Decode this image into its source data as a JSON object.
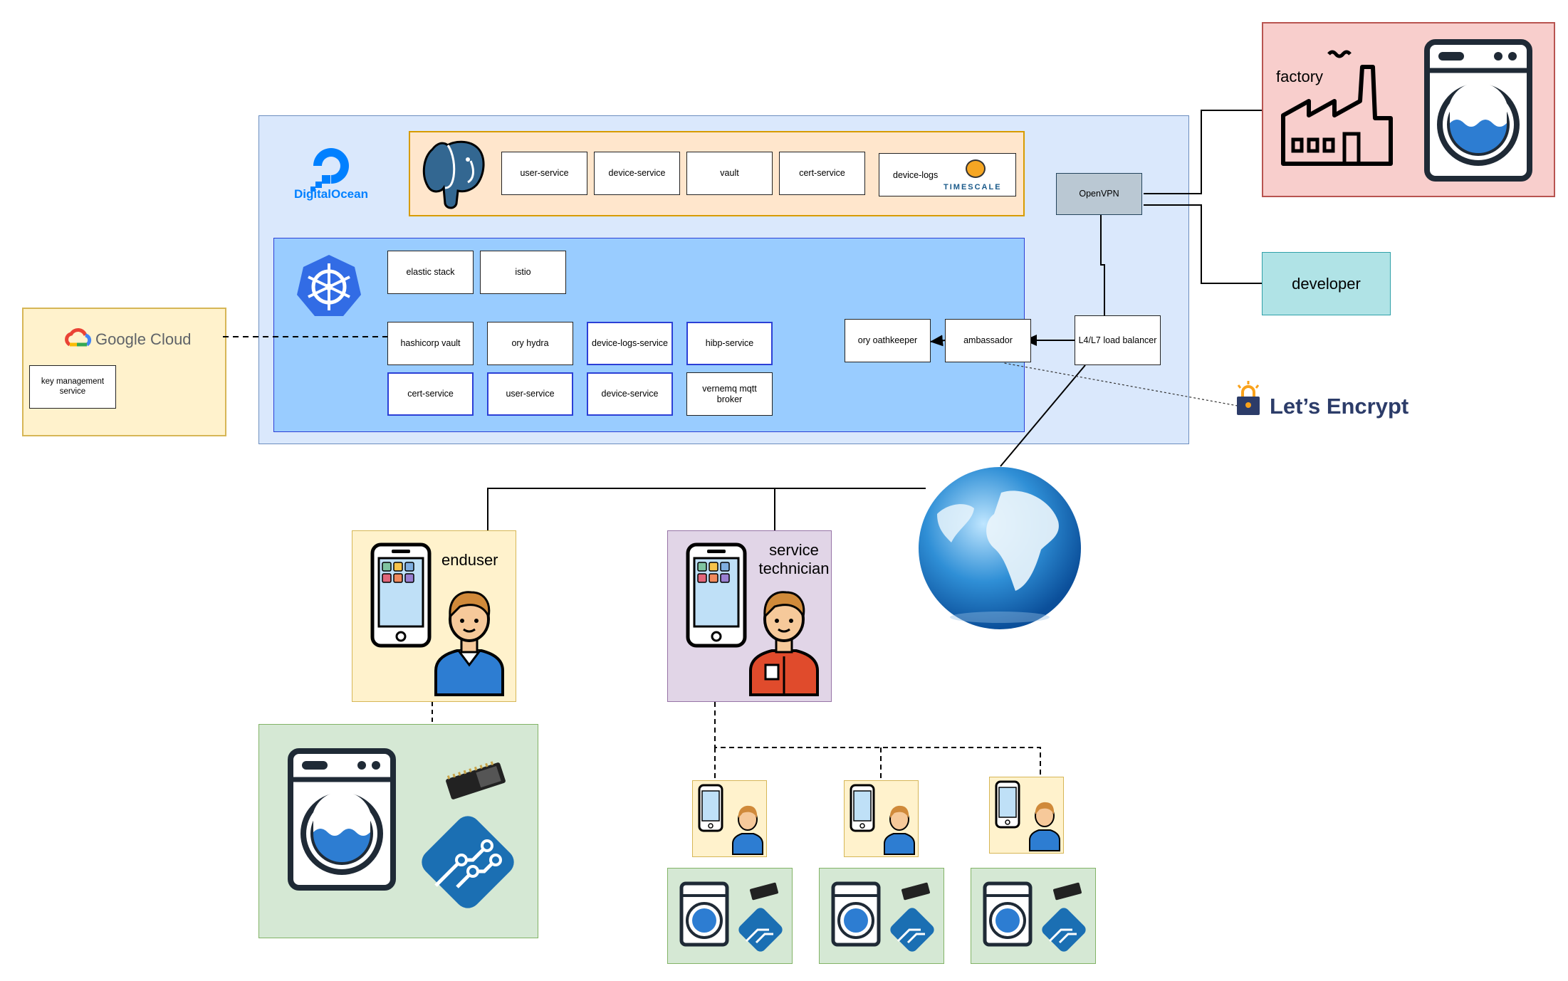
{
  "digitalocean": {
    "logo_text": "DigitalOcean",
    "databases": [
      "user-service",
      "device-service",
      "vault",
      "cert-service"
    ],
    "device_logs": {
      "label": "device-logs",
      "timescale_text": "TIMESCALE"
    },
    "kubernetes": {
      "top_row": [
        "elastic stack",
        "istio"
      ],
      "row1": [
        "hashicorp vault",
        "ory hydra",
        "device-logs-service",
        "hibp-service"
      ],
      "row2": [
        "cert-service",
        "user-service",
        "device-service",
        "vernemq mqtt broker"
      ],
      "oathkeeper": "ory oathkeeper",
      "ambassador": "ambassador",
      "load_balancer": "L4/L7 load balancer"
    },
    "openvpn": "OpenVPN"
  },
  "google_cloud": {
    "logo_text": "Google Cloud",
    "kms": "key management service"
  },
  "factory": {
    "label": "factory"
  },
  "developer": {
    "label": "developer"
  },
  "lets_encrypt": {
    "label": "Let’s Encrypt"
  },
  "enduser": {
    "label": "enduser"
  },
  "technician": {
    "label": "service technician"
  },
  "colors": {
    "do_bg": "#dae8fc",
    "pg_bg": "#ffe6cc",
    "pg_border": "#d79b00",
    "k8s_bg": "#99ccff",
    "k8s_border": "#2b3fd6",
    "gc_bg": "#fff2cc",
    "gc_border": "#d6b656",
    "factory_bg": "#f8cecc",
    "factory_border": "#b85450",
    "dev_bg": "#b0e3e6",
    "enduser_bg": "#fff2cc",
    "tech_bg": "#e1d5e7",
    "appliance_bg": "#d5e8d4"
  }
}
